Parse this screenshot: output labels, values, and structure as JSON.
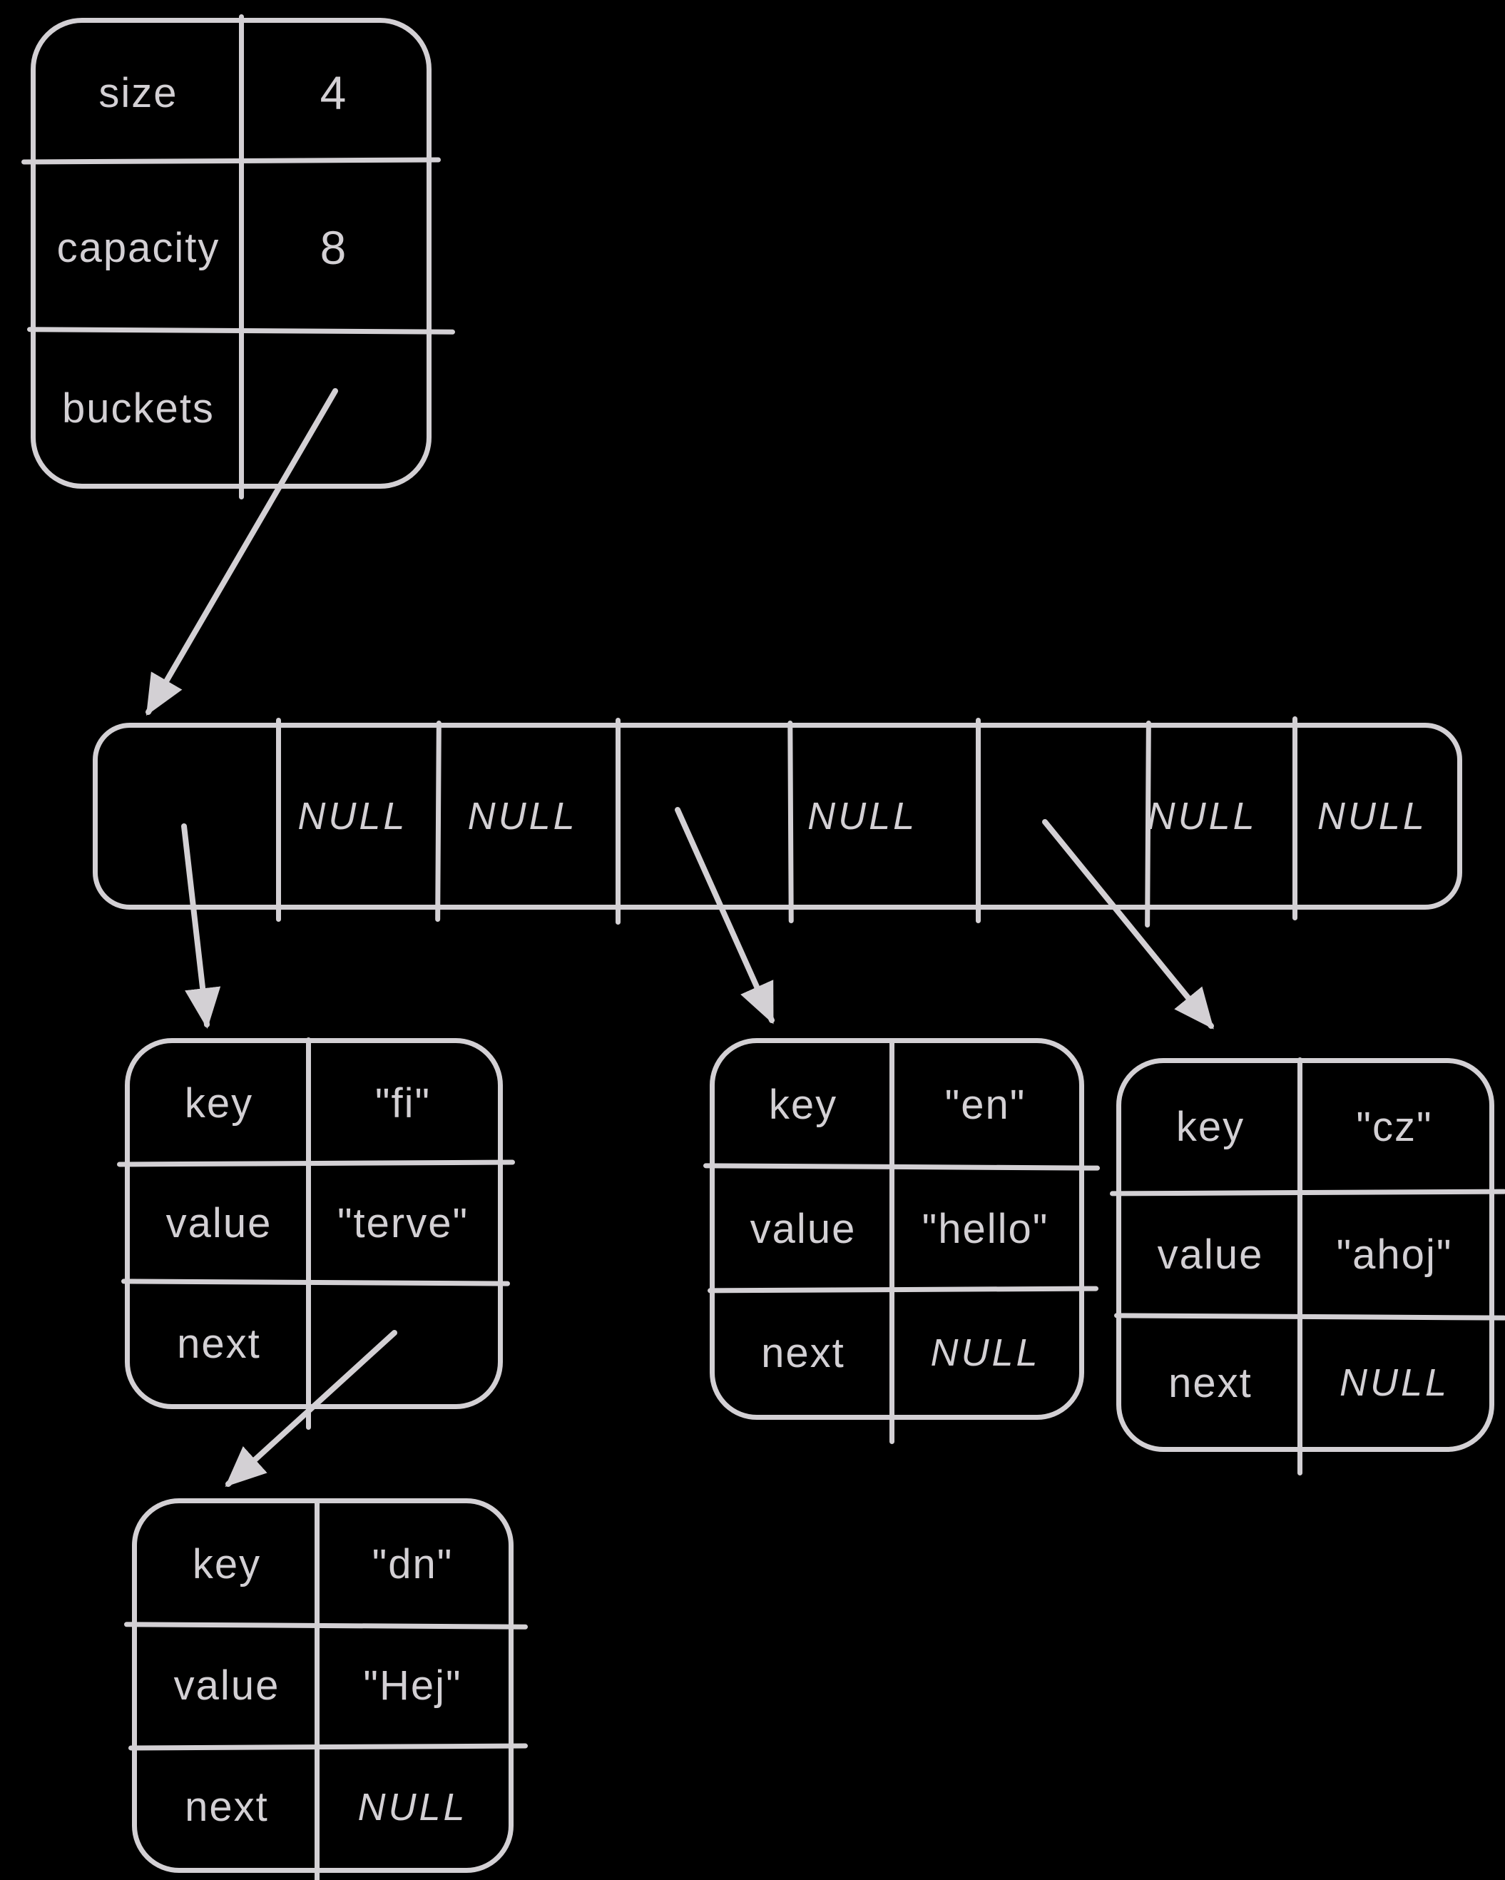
{
  "colors": {
    "background": "#000000",
    "ink": "#d3d0d4"
  },
  "struct_box": {
    "rows": [
      {
        "label": "size",
        "value": "4"
      },
      {
        "label": "capacity",
        "value": "8"
      },
      {
        "label": "buckets",
        "value": ""
      }
    ]
  },
  "bucket_array": {
    "cells": [
      "",
      "NULL",
      "NULL",
      "",
      "NULL",
      "",
      "NULL",
      "NULL"
    ]
  },
  "node_labels": {
    "key": "key",
    "value": "value",
    "next": "next"
  },
  "nodes": [
    {
      "name": "fi-node",
      "key": "\"fi\"",
      "value": "\"terve\"",
      "next": ""
    },
    {
      "name": "en-node",
      "key": "\"en\"",
      "value": "\"hello\"",
      "next": "NULL"
    },
    {
      "name": "cz-node",
      "key": "\"cz\"",
      "value": "\"ahoj\"",
      "next": "NULL"
    },
    {
      "name": "dn-node",
      "key": "\"dn\"",
      "value": "\"Hej\"",
      "next": "NULL"
    }
  ]
}
